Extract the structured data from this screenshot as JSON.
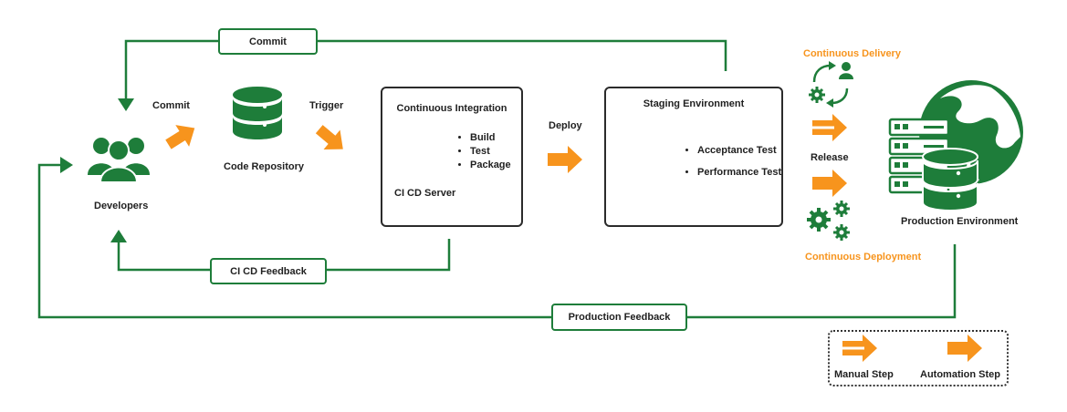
{
  "colors": {
    "green": "#1e7d3a",
    "orange": "#f7941d",
    "dark": "#1f1f1f"
  },
  "flow": {
    "top_commit_label": "Commit",
    "commit_label": "Commit",
    "trigger_label": "Trigger",
    "deploy_label": "Deploy",
    "release_label": "Release",
    "cicd_feedback_label": "CI CD Feedback",
    "production_feedback_label": "Production Feedback"
  },
  "developers": {
    "label": "Developers",
    "icon": "team-icon"
  },
  "code_repository": {
    "label": "Code Repository",
    "icon": "database-icon"
  },
  "continuous_integration": {
    "title": "Continuous Integration",
    "server_label": "CI CD Server",
    "steps": [
      "Build",
      "Test",
      "Package"
    ],
    "icon": "code-monitor-icon"
  },
  "staging": {
    "title": "Staging Environment",
    "tests": [
      "Acceptance Test",
      "Performance Test"
    ],
    "icon": "server-database-icon"
  },
  "continuous_delivery_label": "Continuous Delivery",
  "continuous_deployment_label": "Continuous Deployment",
  "production": {
    "label": "Production Environment",
    "icon": "globe-server-icon"
  },
  "legend": {
    "manual_label": "Manual Step",
    "automation_label": "Automation Step"
  }
}
